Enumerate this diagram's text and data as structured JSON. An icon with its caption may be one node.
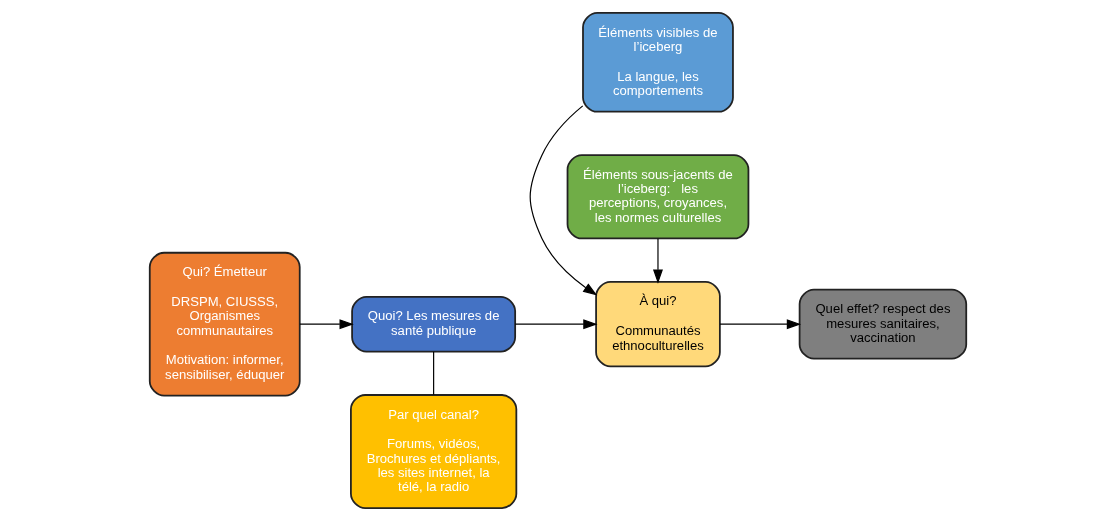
{
  "diagram": {
    "nodes": [
      {
        "text": [
          "Qui? Émetteur",
          "DRSPM, CIUSSS, Organismes communautaires",
          "Motivation: informer, sensibiliser, éduquer"
        ]
      },
      {
        "text": [
          "Quoi? Les mesures de santé publique"
        ]
      },
      {
        "text": [
          "Éléments visibles de l’iceberg",
          "La langue, les comportements"
        ]
      },
      {
        "text": [
          "À qui?",
          "Communautés ethnoculturelles"
        ]
      },
      {
        "text": [
          "Quel effet? respect des mesures sanitaires, vaccination"
        ]
      },
      {
        "text": [
          "Par quel canal?",
          "Forums, vidéos, Brochures et dépliants, les sites internet, la télé, la radio"
        ]
      },
      {
        "text": [
          "Éléments sous-jacents de l’iceberg:   les perceptions, croyances, les normes culturelles"
        ]
      }
    ],
    "edges": [
      {
        "from": 0,
        "to": 1,
        "arrow": "to"
      },
      {
        "from": 1,
        "to": 3,
        "arrow": "to"
      },
      {
        "from": 2,
        "to": 3,
        "arrow": "to"
      },
      {
        "from": 6,
        "to": 3,
        "arrow": "to"
      },
      {
        "from": 3,
        "to": 4,
        "arrow": "to"
      },
      {
        "from": 5,
        "to": 1,
        "arrow": "none"
      }
    ]
  }
}
